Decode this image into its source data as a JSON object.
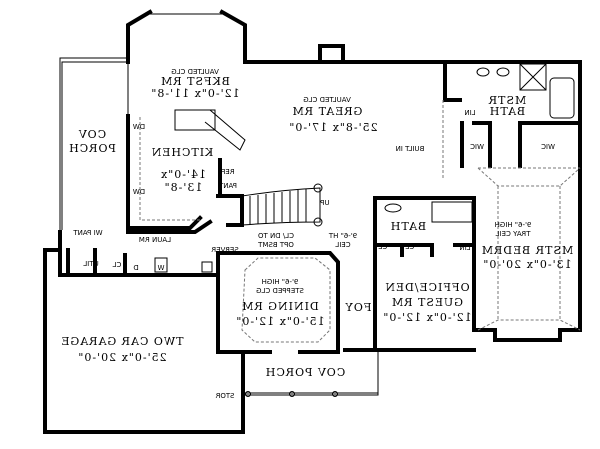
{
  "rooms": {
    "bkfst": {
      "note": "VAULTED CLG",
      "name": "BKFST RM",
      "size": "12'-0\"x 11'-8\""
    },
    "great": {
      "note": "VAULTED CLG",
      "name": "GREAT RM",
      "size": "25'-8\"x 17'-0\""
    },
    "kitchen": {
      "name": "KITCHEN",
      "size1": "14'-0\"x",
      "size2": "13'-8\""
    },
    "cov_porch_side": {
      "line1": "COV",
      "line2": "PORCH"
    },
    "mstr_bath": {
      "line1": "MSTR",
      "line2": "BATH"
    },
    "mstr_bedrm": {
      "note1": "9'-6\" HIGH",
      "note2": "TRAY CEIL",
      "name": "MSTR BEDRM",
      "size": "13'-0\"x 20'-0\""
    },
    "bath": {
      "name": "BATH"
    },
    "office": {
      "name1": "OFFICE/DEN",
      "name2": "GUEST RM",
      "size": "12'-0\"x 12'-0\""
    },
    "foy": {
      "name": "FOY",
      "note1": "9'-6\" HT",
      "note2": "CEIL"
    },
    "dining": {
      "note1": "9'-6\" HIGH",
      "note2": "STEPPED CLG",
      "name": "DINING RM",
      "size": "15'-0\"x 12'-0\""
    },
    "garage": {
      "name": "TWO CAR GARAGE",
      "size": "25'-0\"x 20'-0\""
    },
    "cov_porch_front": {
      "name": "COV PORCH"
    },
    "laun": {
      "name": "LAUN RM"
    }
  },
  "small_labels": {
    "wic_left": "WIC",
    "wic_right": "WIC",
    "lin_bath": "LIN",
    "lin_bed": "LIN",
    "built_in": "BUILT IN",
    "cl1": "CL",
    "cl2": "CL",
    "cl_laun": "CL",
    "util": "UTIL",
    "wi_pant": "WI PANT",
    "server": "SERVER",
    "stor": "STOR",
    "up": "UP",
    "cl_dn1": "CL/ DN TO",
    "cl_dn2": "OPT BSMT",
    "ref": "REF",
    "pant": "PANT",
    "dw1": "DW",
    "dw2": "DW",
    "d": "D",
    "w": "W"
  }
}
